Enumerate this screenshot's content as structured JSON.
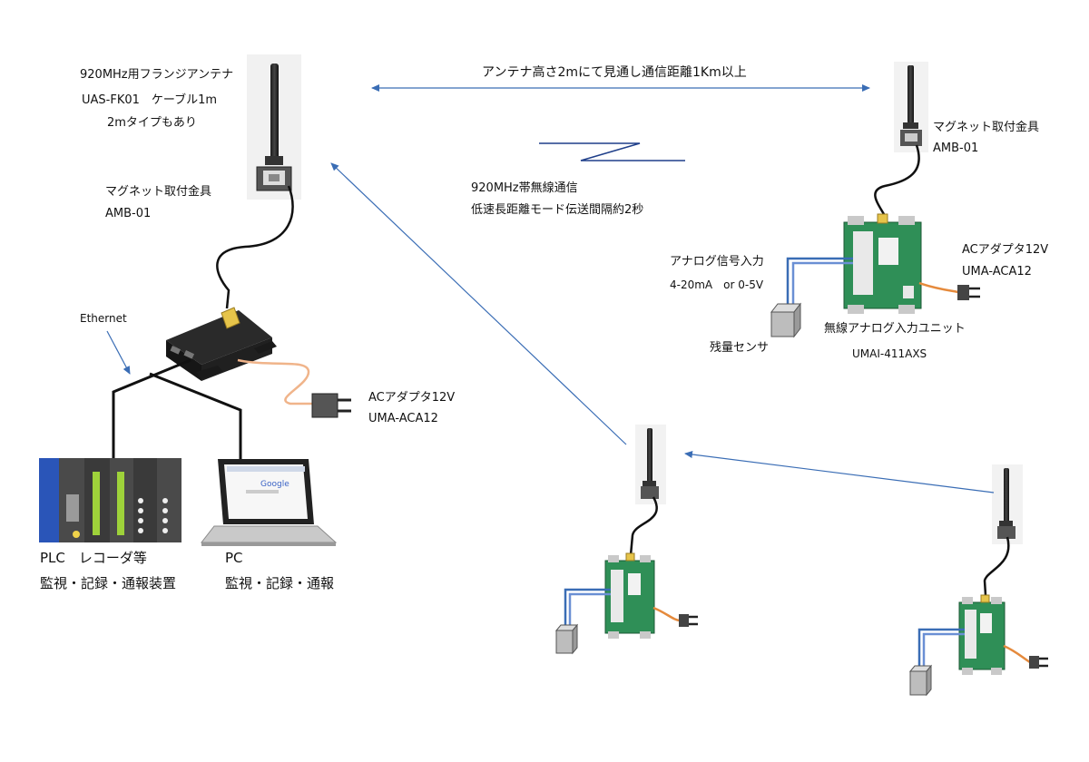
{
  "antenna_main": {
    "line1": "920MHz用フランジアンテナ",
    "line2": "UAS-FK01　ケーブル1m",
    "line3": "2mタイプもあり"
  },
  "magnet_main": {
    "line1": "マグネット取付金具",
    "line2": "AMB-01"
  },
  "ethernet_label": "Ethernet",
  "adapter_main": {
    "line1": "ACアダプタ12V",
    "line2": "UMA-ACA12"
  },
  "plc": {
    "line1": "PLC　レコーダ等",
    "line2": "監視・記録・通報装置"
  },
  "pc": {
    "line1": "PC",
    "line2": "監視・記録・通報"
  },
  "range_note": "アンテナ高さ2mにて見通し通信距離1Km以上",
  "wireless": {
    "line1": "920MHz帯無線通信",
    "line2": "低速長距離モード伝送間隔約2秒"
  },
  "magnet_remote": {
    "line1": "マグネット取付金具",
    "line2": "AMB-01"
  },
  "adapter_remote": {
    "line1": "ACアダプタ12V",
    "line2": "UMA-ACA12"
  },
  "analog": {
    "line1": "アナログ信号入力",
    "line2": "4-20mA　or 0-5V"
  },
  "sensor_label": "残量センサ",
  "unit": {
    "line1": "無線アナログ入力ユニット",
    "line2": "UMAI-411AXS"
  },
  "laptop_screen_text": "Google",
  "colors": {
    "arrow": "#3a6db5",
    "board": "#2f8f57",
    "cable": "#111111",
    "orange_cable": "#e58a3c"
  }
}
